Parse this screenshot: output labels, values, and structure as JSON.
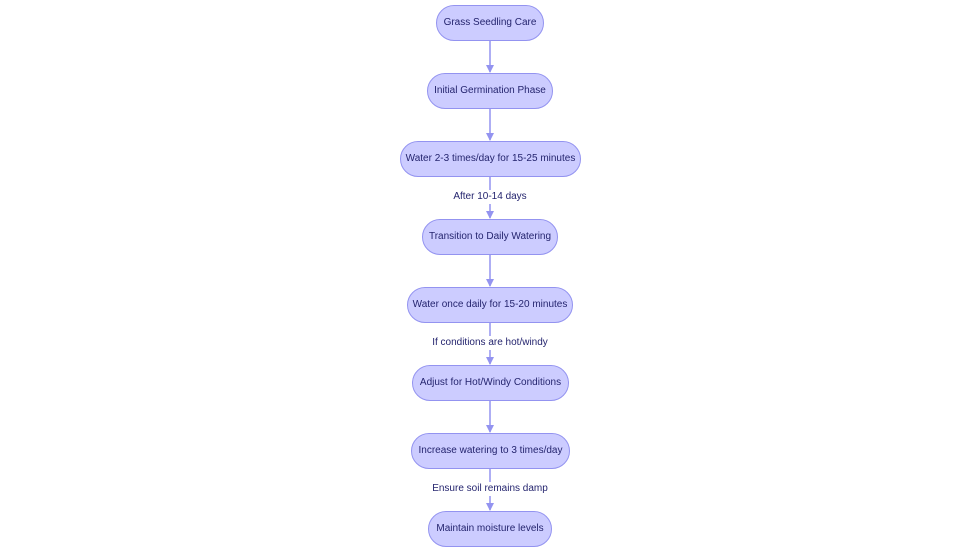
{
  "diagram": {
    "colors": {
      "node_fill": "#ccccff",
      "node_border": "#9393f0",
      "text": "#24246e",
      "edge": "#9393f0"
    },
    "nodes": [
      {
        "id": "n1",
        "label": "Grass Seedling Care"
      },
      {
        "id": "n2",
        "label": "Initial Germination Phase"
      },
      {
        "id": "n3",
        "label": "Water 2-3 times/day for 15-25 minutes"
      },
      {
        "id": "n4",
        "label": "Transition to Daily Watering"
      },
      {
        "id": "n5",
        "label": "Water once daily for 15-20 minutes"
      },
      {
        "id": "n6",
        "label": "Adjust for Hot/Windy Conditions"
      },
      {
        "id": "n7",
        "label": "Increase watering to 3 times/day"
      },
      {
        "id": "n8",
        "label": "Maintain moisture levels"
      }
    ],
    "edges": [
      {
        "from": "n1",
        "to": "n2",
        "label": ""
      },
      {
        "from": "n2",
        "to": "n3",
        "label": ""
      },
      {
        "from": "n3",
        "to": "n4",
        "label": "After 10-14 days"
      },
      {
        "from": "n4",
        "to": "n5",
        "label": ""
      },
      {
        "from": "n5",
        "to": "n6",
        "label": "If conditions are hot/windy"
      },
      {
        "from": "n6",
        "to": "n7",
        "label": ""
      },
      {
        "from": "n7",
        "to": "n8",
        "label": "Ensure soil remains damp"
      }
    ]
  }
}
